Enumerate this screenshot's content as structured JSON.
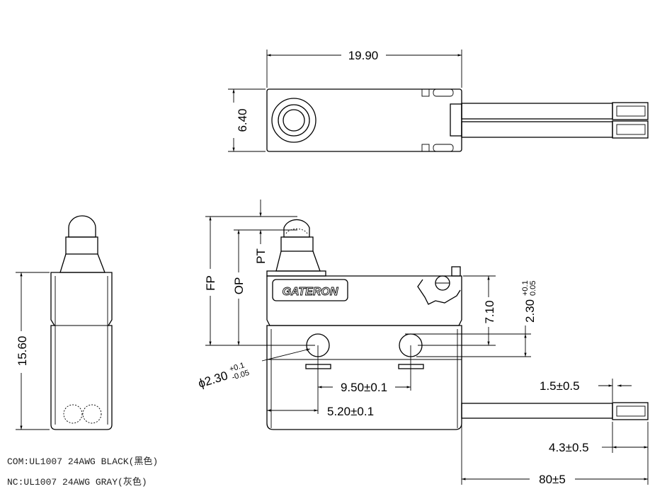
{
  "top_view": {
    "width_dim": "19.90",
    "height_dim": "6.40"
  },
  "side_view": {
    "height_dim": "15.60"
  },
  "front_view": {
    "brand_logo": "GATERON",
    "fp_label": "FP",
    "op_label": "OP",
    "pt_label": "PT",
    "hole_dia": "ϕ2.30",
    "hole_tol_plus": "+0.1",
    "hole_tol_minus": "-0.05",
    "hole_spacing": "9.50±0.1",
    "hole_offset": "5.20±0.1",
    "hole_height": "7.10",
    "hole_vert": "2.30",
    "hole_vert_tol_plus": "+0.1",
    "hole_vert_tol_minus": "0.05",
    "strip_length": "1.5±0.5",
    "terminal_length": "4.3±0.5",
    "wire_length": "80±5"
  },
  "notes": [
    "COM:UL1007 24AWG BLACK(黑色)",
    "NC:UL1007 24AWG GRAY(灰色)"
  ]
}
